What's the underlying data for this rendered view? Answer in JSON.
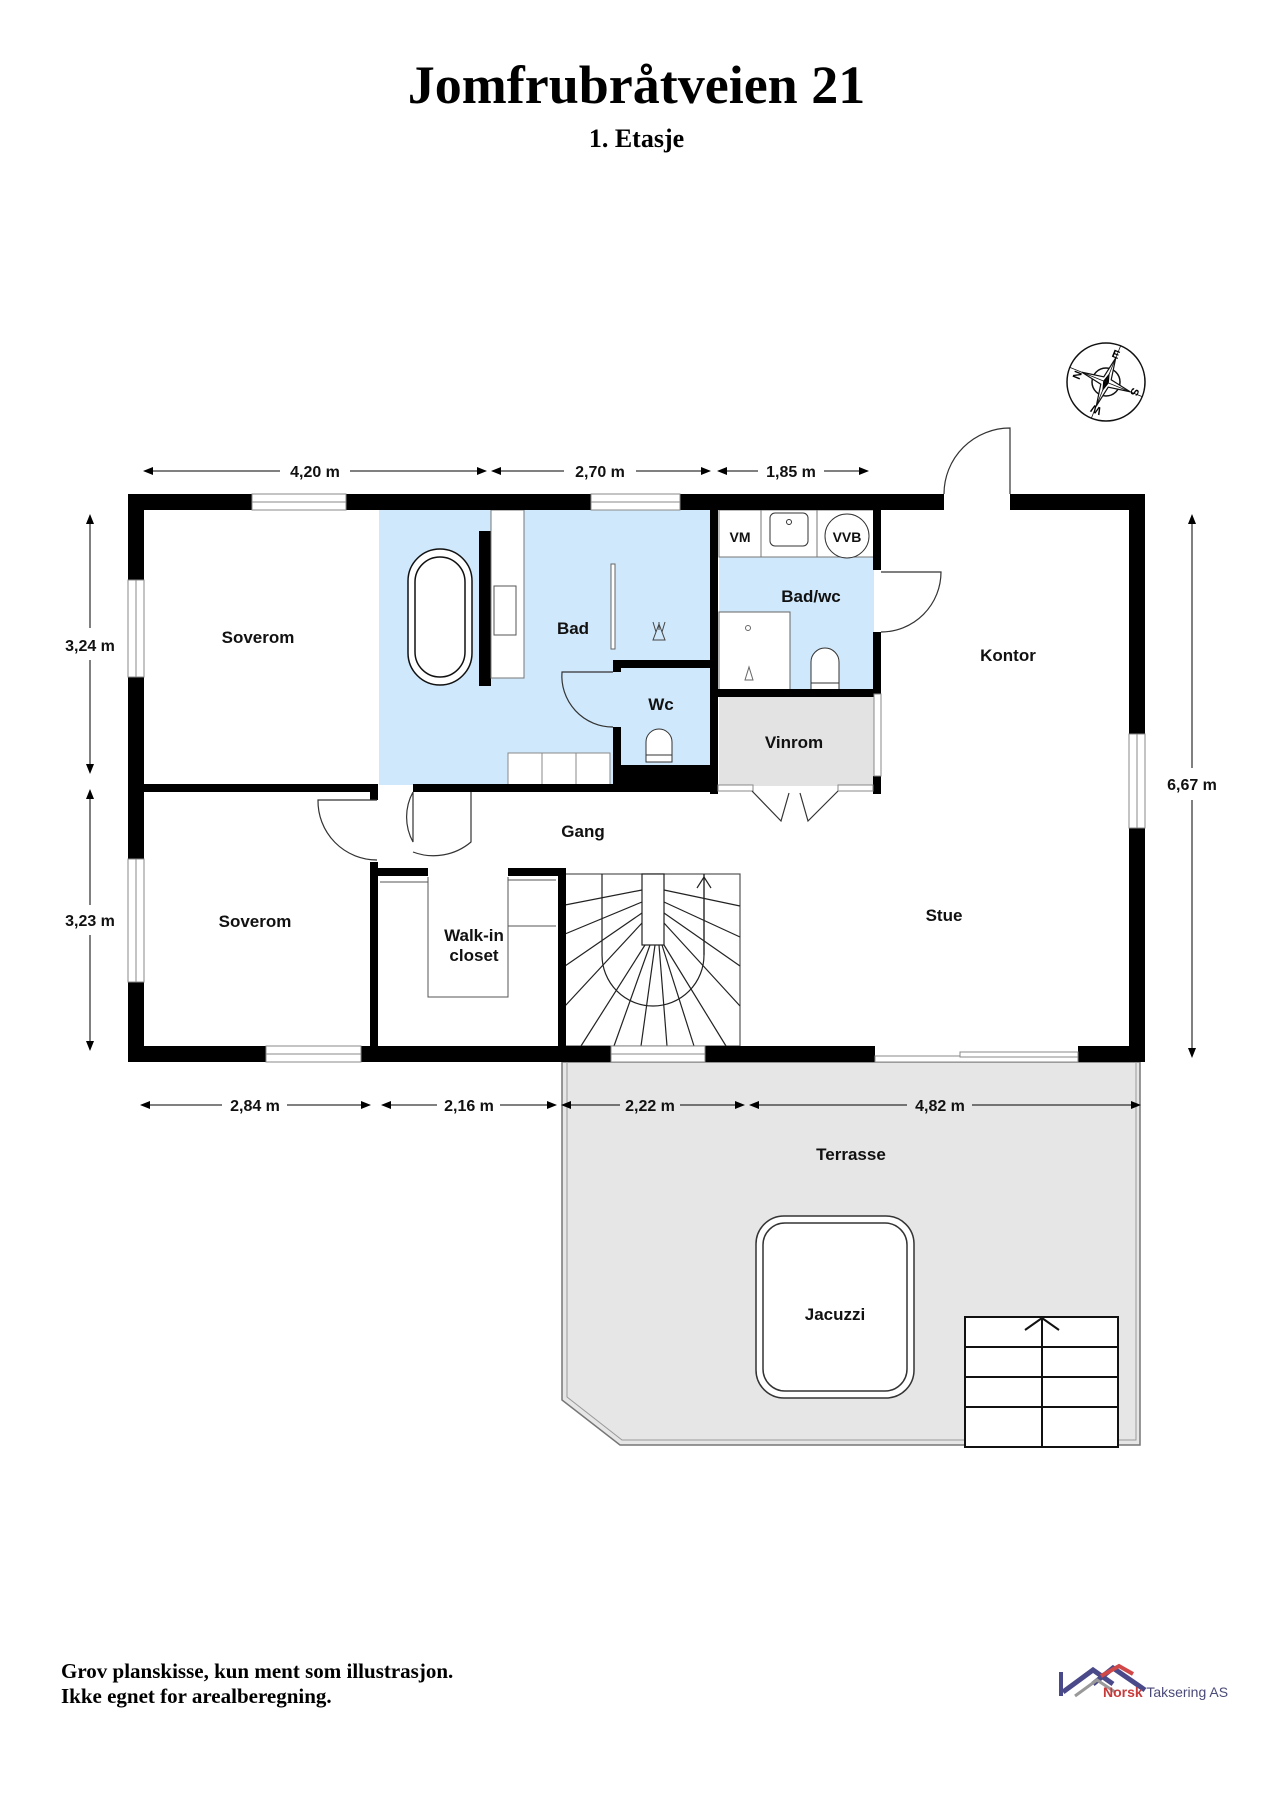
{
  "header": {
    "title": "Jomfrubråtveien 21",
    "subtitle": "1. Etasje"
  },
  "rooms": {
    "soverom_1": "Soverom",
    "bad": "Bad",
    "wc": "Wc",
    "vm": "VM",
    "vvb": "VVB",
    "bad_wc": "Bad/wc",
    "vinrom": "Vinrom",
    "kontor": "Kontor",
    "gang": "Gang",
    "soverom_2": "Soverom",
    "walk_in_line1": "Walk-in",
    "walk_in_line2": "closet",
    "stue": "Stue",
    "terrasse": "Terrasse",
    "jacuzzi": "Jacuzzi"
  },
  "dimensions": {
    "top": [
      "4,20 m",
      "2,70 m",
      "1,85 m"
    ],
    "left": [
      "3,24 m",
      "3,23 m"
    ],
    "right": "6,67 m",
    "bottom": [
      "2,84 m",
      "2,16 m",
      "2,22 m",
      "4,82 m"
    ]
  },
  "compass": {
    "letters": [
      "N",
      "E",
      "S",
      "W"
    ]
  },
  "colors": {
    "wet_room": "#cfe8fb",
    "storage": "#e3e3e3",
    "terrace": "#e6e6e6",
    "wall": "#000000"
  },
  "footer": {
    "line1": "Grov planskisse, kun ment som illustrasjon.",
    "line2": "Ikke egnet for arealberegning."
  },
  "logo": {
    "brand_red": "Norsk",
    "brand_rest": " Taksering AS"
  }
}
